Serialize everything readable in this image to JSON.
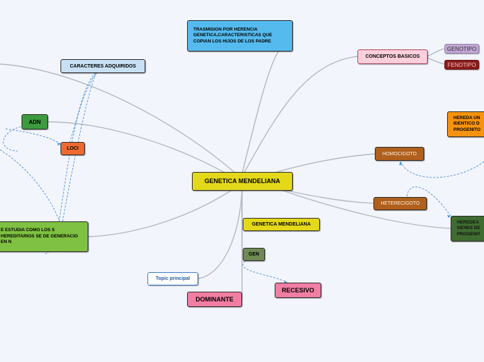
{
  "central": {
    "label": "GENETICA MENDELIANA"
  },
  "nodes": {
    "trasmision": {
      "label": "TRASMISION POR HERENCIA GENETICA,CARACTERISTICAS QUE COPIAN LOS HIJOS DE LOS PADRE"
    },
    "conceptos": {
      "label": "CONCEPTOS BASICOS"
    },
    "genotipo": {
      "label": "GENOTIPO"
    },
    "fenotipo": {
      "label": "FENOTIPO"
    },
    "caracteres": {
      "label": "CARACTERES ADQUIRIDOS"
    },
    "adn": {
      "label": "ADN"
    },
    "loci": {
      "label": "LOCI"
    },
    "hereda_un": {
      "label": "HEREDA UN IDENTICO D PROGENITO"
    },
    "homocigoto": {
      "label": "HOMOCIGOTO"
    },
    "heterecigoto": {
      "label": "HETERECIGOTO"
    },
    "heredea": {
      "label": "HEREDEA GENES DE PROGENIT"
    },
    "estudia": {
      "label": "E ESTUDIA COMO LOS S HEREDITARIOS SE DE GENERACIO EN N"
    },
    "genetica2": {
      "label": "GENETICA MENDELIANA"
    },
    "gen": {
      "label": "GEN"
    },
    "topic": {
      "label": "Topic principal"
    },
    "recesivo": {
      "label": "RECESIVO"
    },
    "dominante": {
      "label": "DOMINANTE"
    }
  },
  "colors": {
    "background": "#f3f5fc",
    "central": "#e4d81a",
    "trasmision": "#55bbee",
    "conceptos": "#fbd0dc",
    "genotipo": "#c0a6d4",
    "fenotipo": "#8c1c1c",
    "caracteres": "#c8e0f4",
    "adn": "#3e9a3e",
    "loci": "#f06a30",
    "hereda_un": "#f59310",
    "homocigoto": "#b0601c",
    "heredea": "#3f6c30",
    "estudia": "#7fc142",
    "gen": "#6f8a52",
    "recesivo": "#f27ea4",
    "topic_border": "#3a7cc4",
    "link": "#b4b8c4",
    "dashed_link": "#4a90d6"
  }
}
